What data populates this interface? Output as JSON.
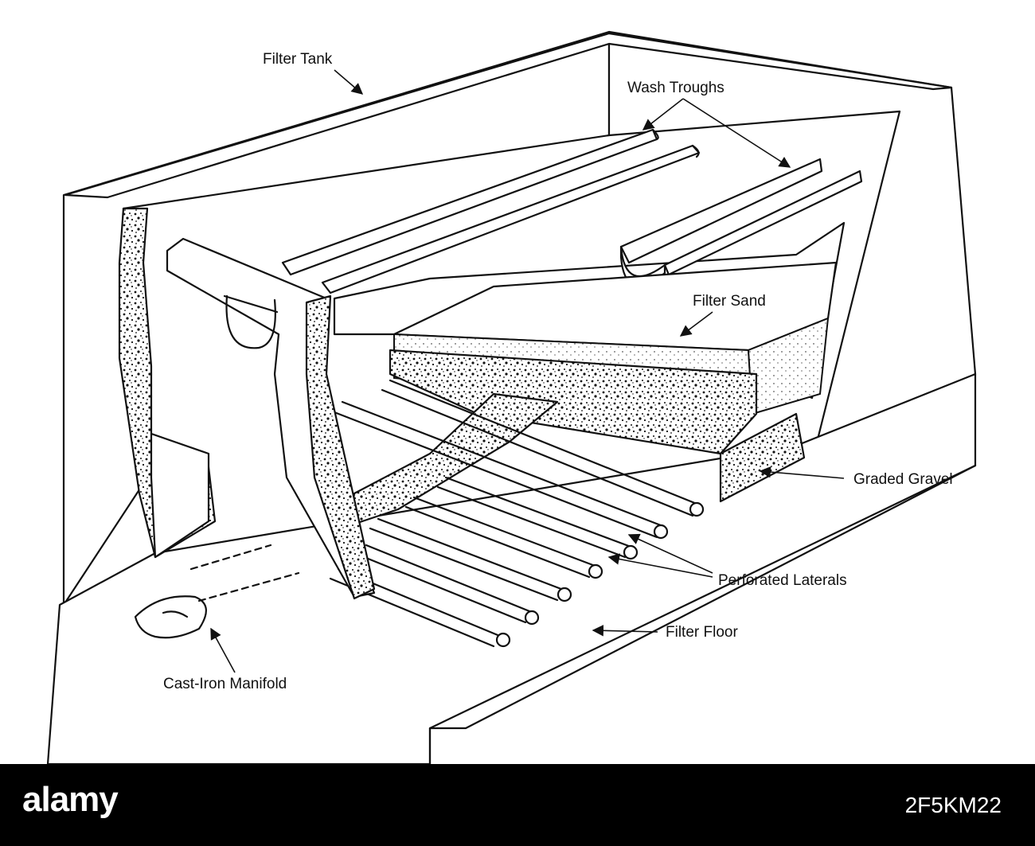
{
  "labels": {
    "filter_tank": "Filter Tank",
    "wash_troughs": "Wash Troughs",
    "filter_sand": "Filter Sand",
    "graded_gravel": "Graded Gravel",
    "perforated_laterals": "Perforated Laterals",
    "filter_floor": "Filter Floor",
    "cast_iron_manifold": "Cast-Iron Manifold"
  },
  "watermark": {
    "logo": "alamy",
    "image_id": "2F5KM22"
  }
}
